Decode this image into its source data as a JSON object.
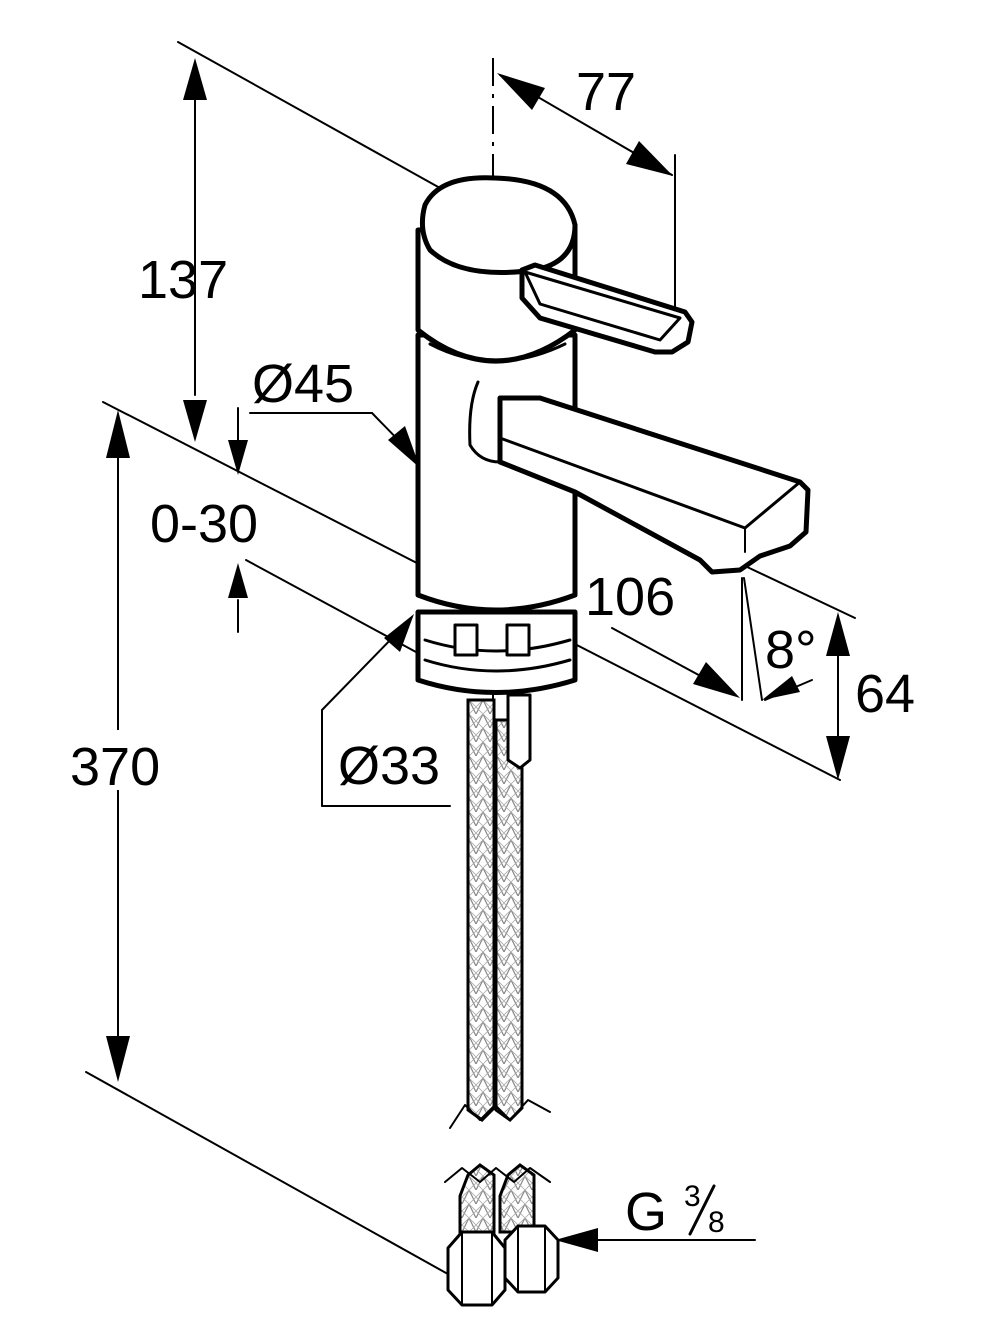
{
  "dimensions": {
    "total_height": "370",
    "tap_height": "137",
    "spout_reach": "106",
    "lever_reach": "77",
    "deck_thickness": "0-30",
    "body_diameter": "Ø45",
    "base_diameter": "Ø33",
    "spout_height": "64",
    "spout_angle": "8°",
    "connection_thread": "G",
    "connection_thread_num": "3",
    "connection_thread_den": "8"
  },
  "icons": {
    "tap": "mixer-tap-icon",
    "hose": "braided-hose-icon",
    "nut": "hex-nut-icon"
  },
  "colors": {
    "line": "#000000",
    "background": "#ffffff"
  }
}
